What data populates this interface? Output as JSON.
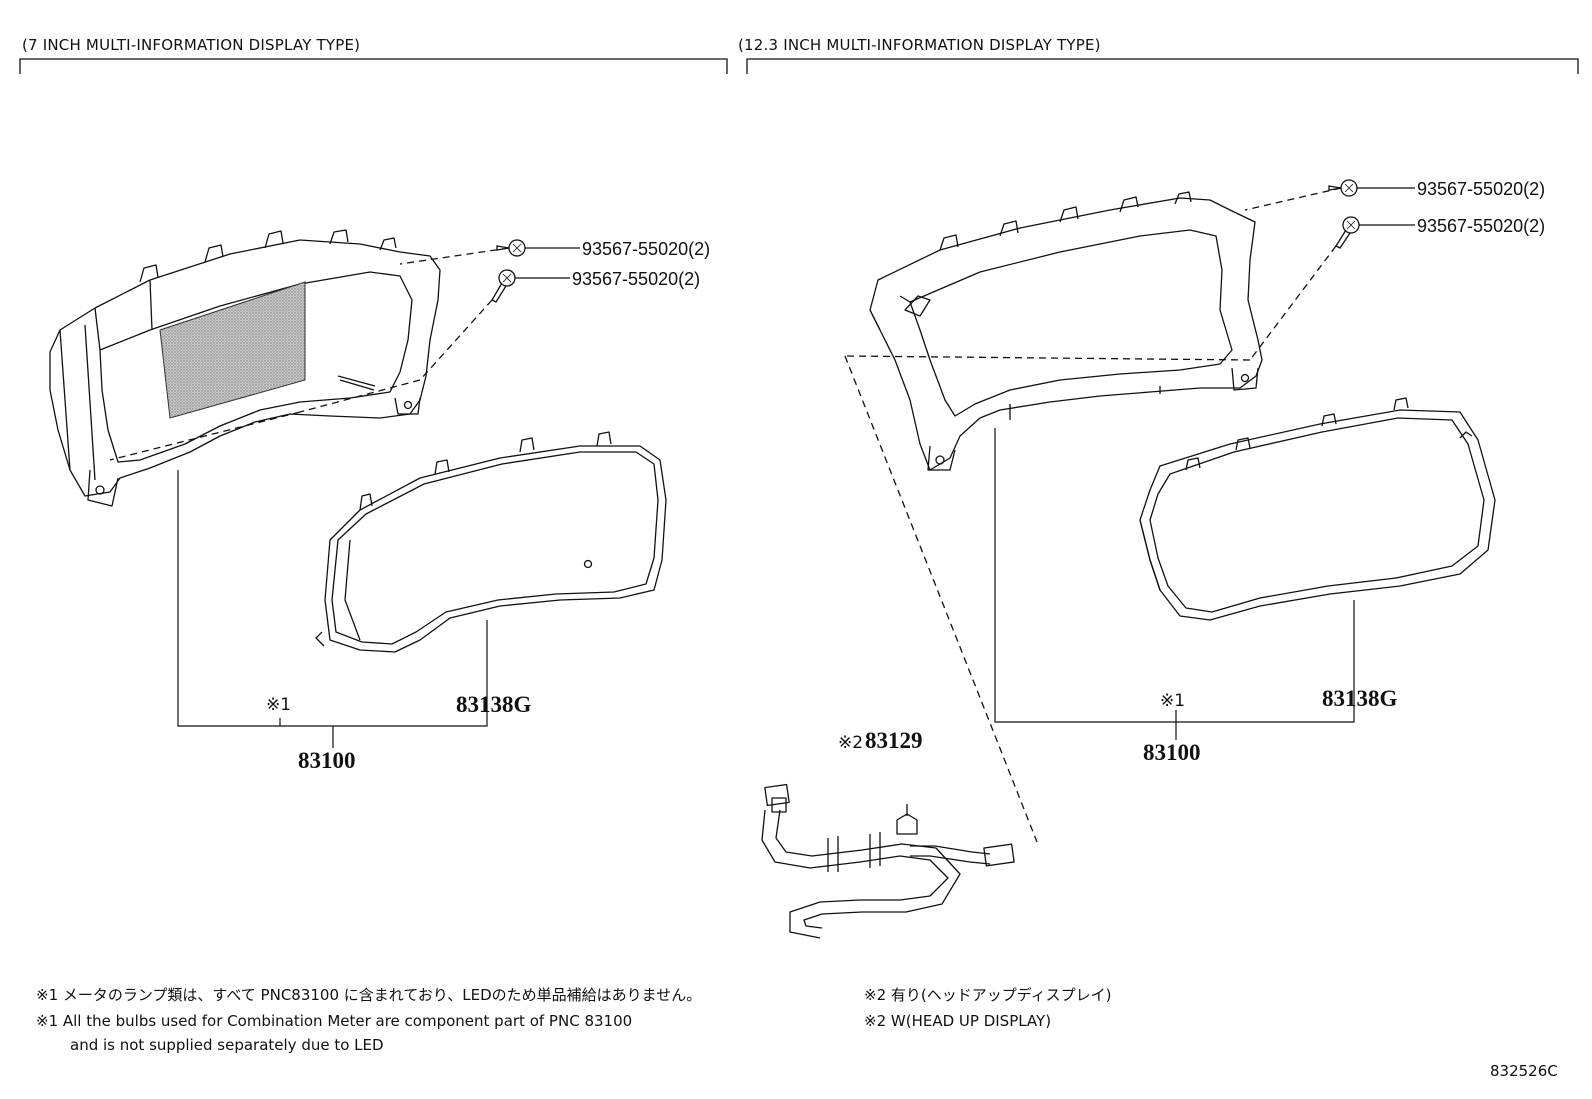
{
  "left_panel": {
    "header": "(7 INCH MULTI-INFORMATION DISPLAY TYPE)",
    "bolt_upper": "93567-55020(2)",
    "bolt_lower": "93567-55020(2)",
    "note_mark": "※1",
    "lens_part": "83138G",
    "meter_part": "83100"
  },
  "right_panel": {
    "header": "(12.3 INCH MULTI-INFORMATION DISPLAY TYPE)",
    "bolt_upper": "93567-55020(2)",
    "bolt_lower": "93567-55020(2)",
    "note_mark": "※1",
    "lens_part": "83138G",
    "meter_part": "83100",
    "harness_mark": "※2",
    "harness_part": "83129"
  },
  "notes": {
    "n1_jp": "※1 メータのランプ類は、すべて PNC83100 に含まれており、LEDのため単品補給はありません。",
    "n1_en_line1": "※1 All the bulbs used for Combination Meter are component part of PNC 83100",
    "n1_en_line2": "and is not supplied separately due to LED",
    "n2_jp": "※2 有り(ヘッドアップディスプレイ)",
    "n2_en": "※2 W(HEAD UP DISPLAY)"
  },
  "diagram_id": "832526C"
}
